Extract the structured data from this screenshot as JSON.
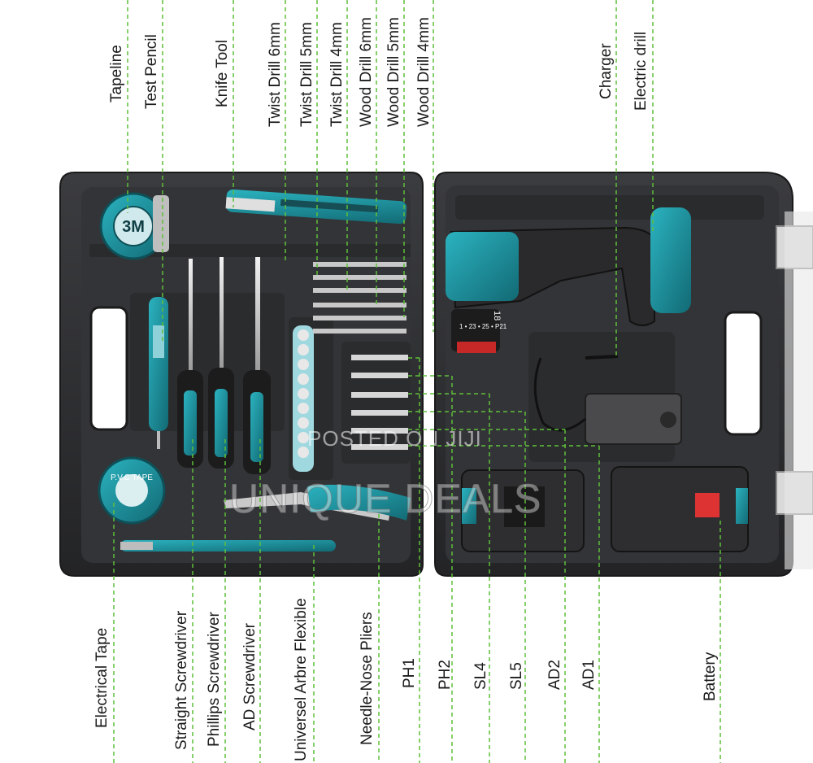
{
  "colors": {
    "guide_line": "#5fbf3a",
    "case": "#2d2e30",
    "case_inner": "#3a3b3e",
    "accent_teal": "#1f8e9a"
  },
  "labels_top": {
    "tapeline": "Tapeline",
    "test_pencil": "Test Pencil",
    "knife_tool": "Knife Tool",
    "twist_drill_6mm": "Twist Drill 6mm",
    "twist_drill_5mm": "Twist Drill 5mm",
    "twist_drill_4mm": "Twist Drill 4mm",
    "wood_drill_6mm": "Wood Drill 6mm",
    "wood_drill_5mm": "Wood Drill 5mm",
    "wood_drill_4mm": "Wood Drill 4mm",
    "charger": "Charger",
    "electric_drill": "Electric drill"
  },
  "labels_bottom": {
    "electrical_tape": "Electrical Tape",
    "straight_screwdriver": "Straight Screwdriver",
    "phillips_screwdriver": "Phillips Screwdriver",
    "ad_screwdriver": "AD Screwdriver",
    "universel_arbre": "Universel Arbre Flexible",
    "needle_nose_pliers": "Needle-Nose Pliers",
    "ph1": "PH1",
    "ph2": "PH2",
    "sl4": "SL4",
    "sl5": "SL5",
    "ad2": "AD2",
    "ad1": "AD1",
    "battery": "Battery"
  },
  "product_text": {
    "tape_brand": "3M",
    "electrical_tape_text": "P.V.C TAPE",
    "drill_voltage": "18",
    "drill_speed": "1 • 23 • 25 • P21"
  },
  "watermark": {
    "posted": "POSTED ON JIJI",
    "shop": "UNIQUE DEALS"
  }
}
